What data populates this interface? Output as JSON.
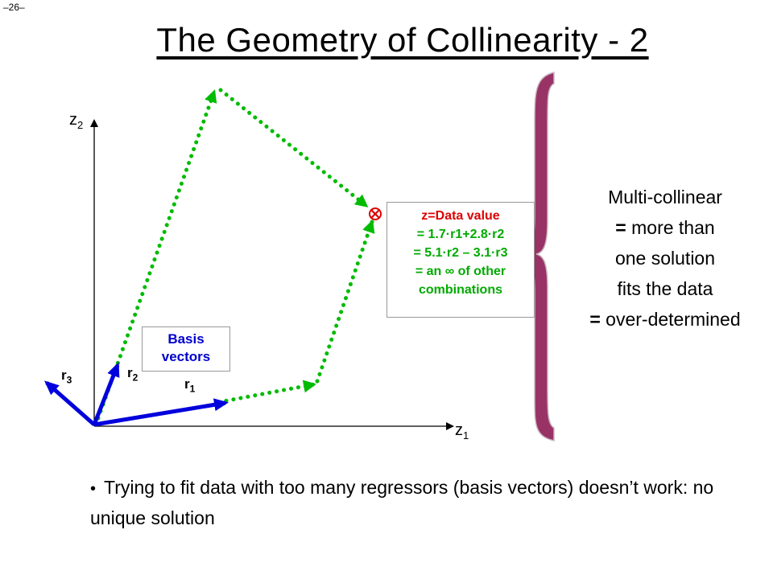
{
  "slide_number": "–26–",
  "title": "The Geometry of Collinearity - 2",
  "axes": {
    "x_label": "z",
    "x_sub": "1",
    "y_label": "z",
    "y_sub": "2"
  },
  "vectors": [
    {
      "label": "r",
      "sub": "1"
    },
    {
      "label": "r",
      "sub": "2"
    },
    {
      "label": "r",
      "sub": "3"
    }
  ],
  "basis_box": {
    "line1": "Basis",
    "line2": "vectors"
  },
  "data_box": {
    "heading": "z=Data value",
    "line1": "= 1.7·r1+2.8·r2",
    "line2": "= 5.1·r2 – 3.1·r3",
    "line3": "= an ∞ of other",
    "line4": "combinations"
  },
  "side_text": {
    "line1": "Multi-collinear",
    "line2_eq": "=",
    "line2": "more than",
    "line3": "one solution",
    "line4": "fits the data",
    "line5_eq": "=",
    "line5": "over-determined"
  },
  "bullet": "Trying to fit data with too many regressors (basis vectors) doesn’t work: no unique solution",
  "colors": {
    "vector_blue": "#0000dd",
    "path_green": "#00bb00",
    "data_red": "#dd0000",
    "brace": "#993366"
  }
}
